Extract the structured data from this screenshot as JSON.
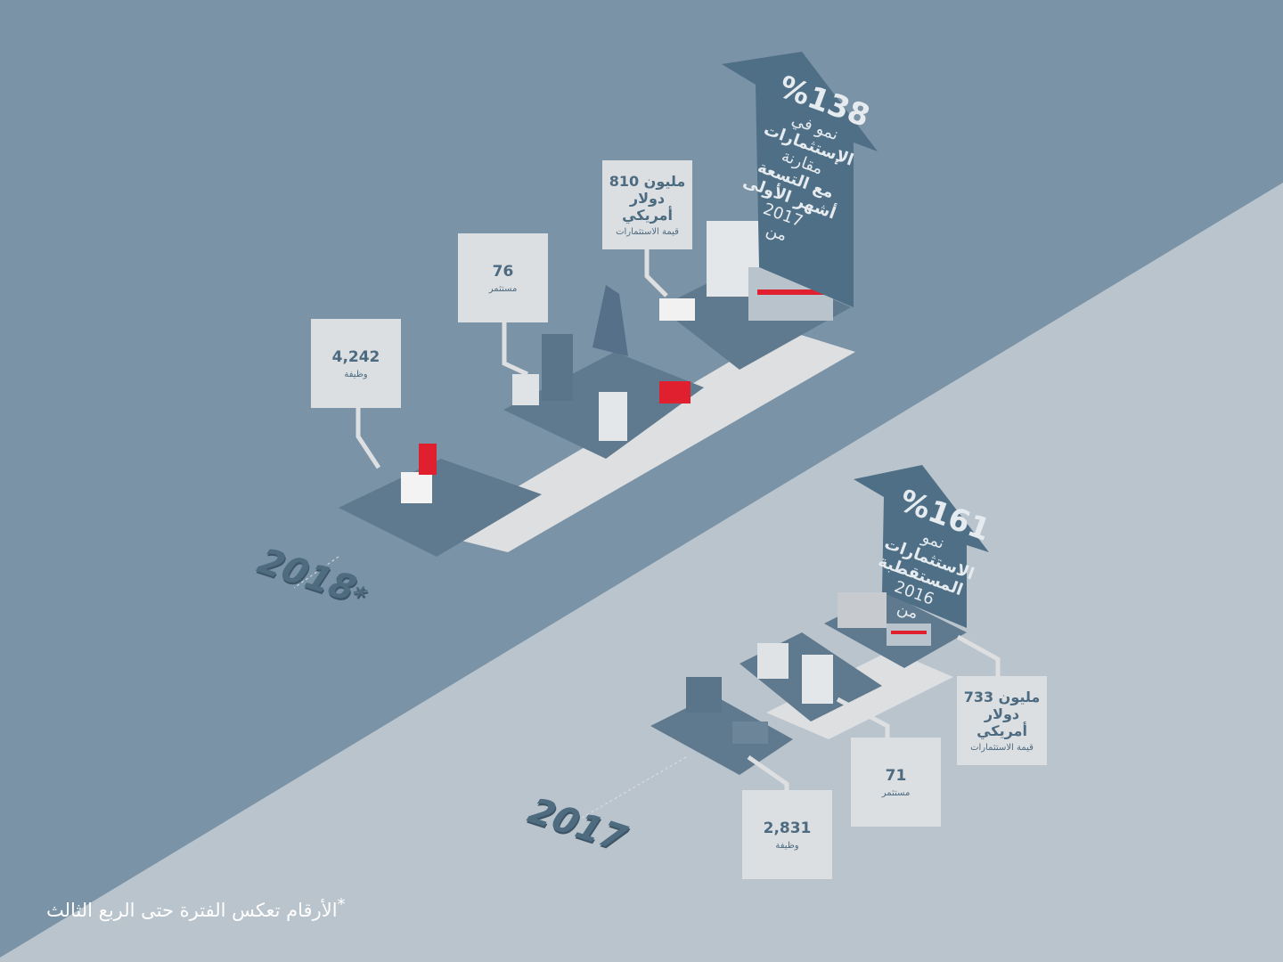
{
  "colors": {
    "dark_bg": "#7a93a7",
    "light_bg": "#bac4cd",
    "arrow": "#4e6f86",
    "box": "#dcdfe2",
    "accent": "#e0202e"
  },
  "y2018": {
    "year": "2018",
    "asterisk": "*",
    "jobs": {
      "value": "4,242",
      "label": "وظيفة"
    },
    "investors": {
      "value": "76",
      "label": "مستثمر"
    },
    "investment": {
      "line1": "810 مليون",
      "line2": "دولار",
      "line3": "أمريكي",
      "label": "قيمة الاستثمارات"
    },
    "growth": {
      "pct": "%138",
      "lines": [
        "نمو في",
        "الإستثمارات",
        "مقارنة",
        "مع التسعة",
        "أشهر الأولى",
        "2017",
        "من"
      ]
    }
  },
  "y2017": {
    "year": "2017",
    "jobs": {
      "value": "2,831",
      "label": "وظيفة"
    },
    "investors": {
      "value": "71",
      "label": "مستثمر"
    },
    "investment": {
      "line1": "733 مليون",
      "line2": "دولار",
      "line3": "أمريكي",
      "label": "قيمة الاستثمارات"
    },
    "growth": {
      "pct": "%161",
      "lines": [
        "نمو",
        "الاستثمارات",
        "المستقطبة",
        "2016",
        "من"
      ]
    }
  },
  "footnote": {
    "text": "الأرقام تعكس الفترة حتى الربع الثالث",
    "star": "*"
  }
}
